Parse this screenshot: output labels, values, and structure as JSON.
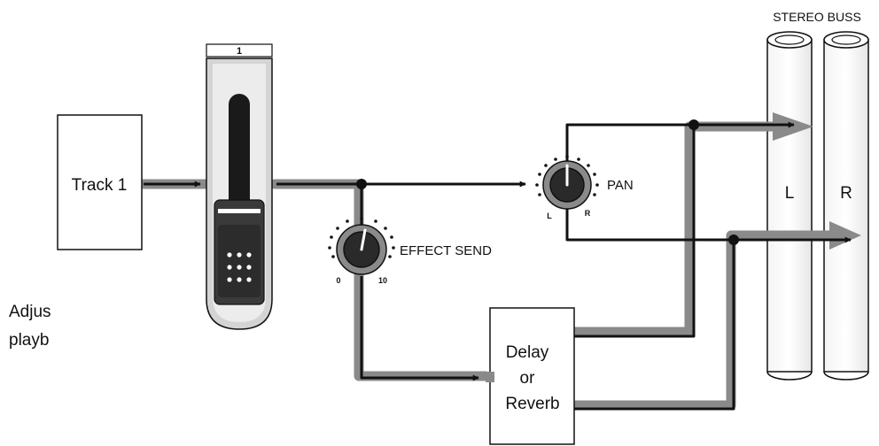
{
  "diagram": {
    "track_label": "Track 1",
    "fader_number": "1",
    "pan_label": "PAN",
    "pan_left": "L",
    "pan_right": "R",
    "send_label": "EFFECT SEND",
    "send_min": "0",
    "send_max": "10",
    "effect_line1": "Delay",
    "effect_line2": "or",
    "effect_line3": "Reverb",
    "buss_title": "STEREO BUSS",
    "buss_left": "L",
    "buss_right": "R",
    "caption_line1": "Adjus",
    "caption_line2": "playb"
  },
  "colors": {
    "signal_gray": "#8a8a8a",
    "line": "#111111",
    "fader_body": "#d4d4d4",
    "knob_dark": "#2a2a2a"
  }
}
